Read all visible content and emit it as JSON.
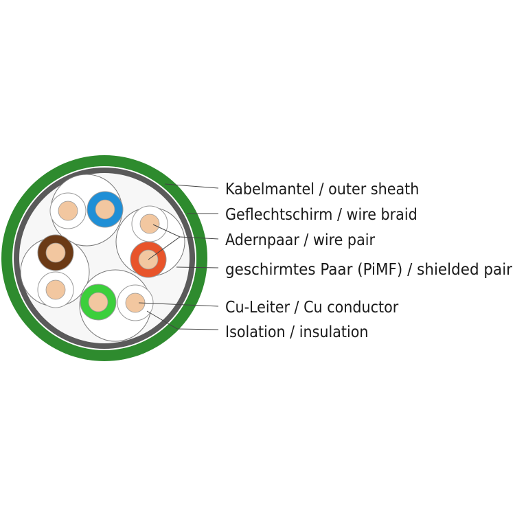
{
  "labels": [
    {
      "id": "sheath",
      "text": "Kabelmantel / outer sheath"
    },
    {
      "id": "braid",
      "text": "Geflechtschirm / wire braid"
    },
    {
      "id": "pair",
      "text": "Adernpaar / wire pair"
    },
    {
      "id": "pimf",
      "text": "geschirmtes Paar (PiMF) / shielded pair"
    },
    {
      "id": "conductor",
      "text": "Cu-Leiter / Cu conductor"
    },
    {
      "id": "insulation",
      "text": "Isolation / insulation"
    }
  ],
  "colors": {
    "sheath": "#2e8b2e",
    "braid": "#5a5a5a",
    "filler": "#f7f7f7",
    "copper": "#f2c7a0",
    "blue": "#1f8fd6",
    "brown": "#6b3a16",
    "orange": "#e8542a",
    "green": "#3ccf3c",
    "white": "#ffffff",
    "line": "#444444"
  }
}
